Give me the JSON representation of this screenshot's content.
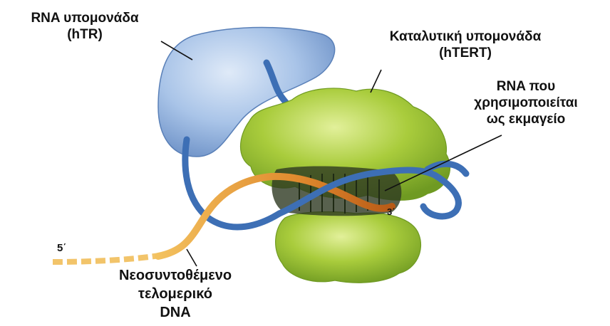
{
  "labels": {
    "rna_subunit": [
      "RNA υπομονάδα",
      "(hTR)"
    ],
    "catalytic_subunit": [
      "Καταλυτική  υπομονάδα",
      "(hTERT)"
    ],
    "template_rna": [
      "RNA που",
      "χρησιμοποιείται",
      "ως εκμαγείο"
    ],
    "new_dna": [
      "Νεοσυντοθέμενο",
      "τελομερικό",
      "DNA"
    ],
    "five_prime": "5΄",
    "three_prime": "3΄"
  },
  "colors": {
    "rna_subunit": "#a9c4e8",
    "rna_strand": "#3d6fb5",
    "protein": "#a9cc3c",
    "new_dna": "#e08a2e",
    "label": "#111111"
  }
}
